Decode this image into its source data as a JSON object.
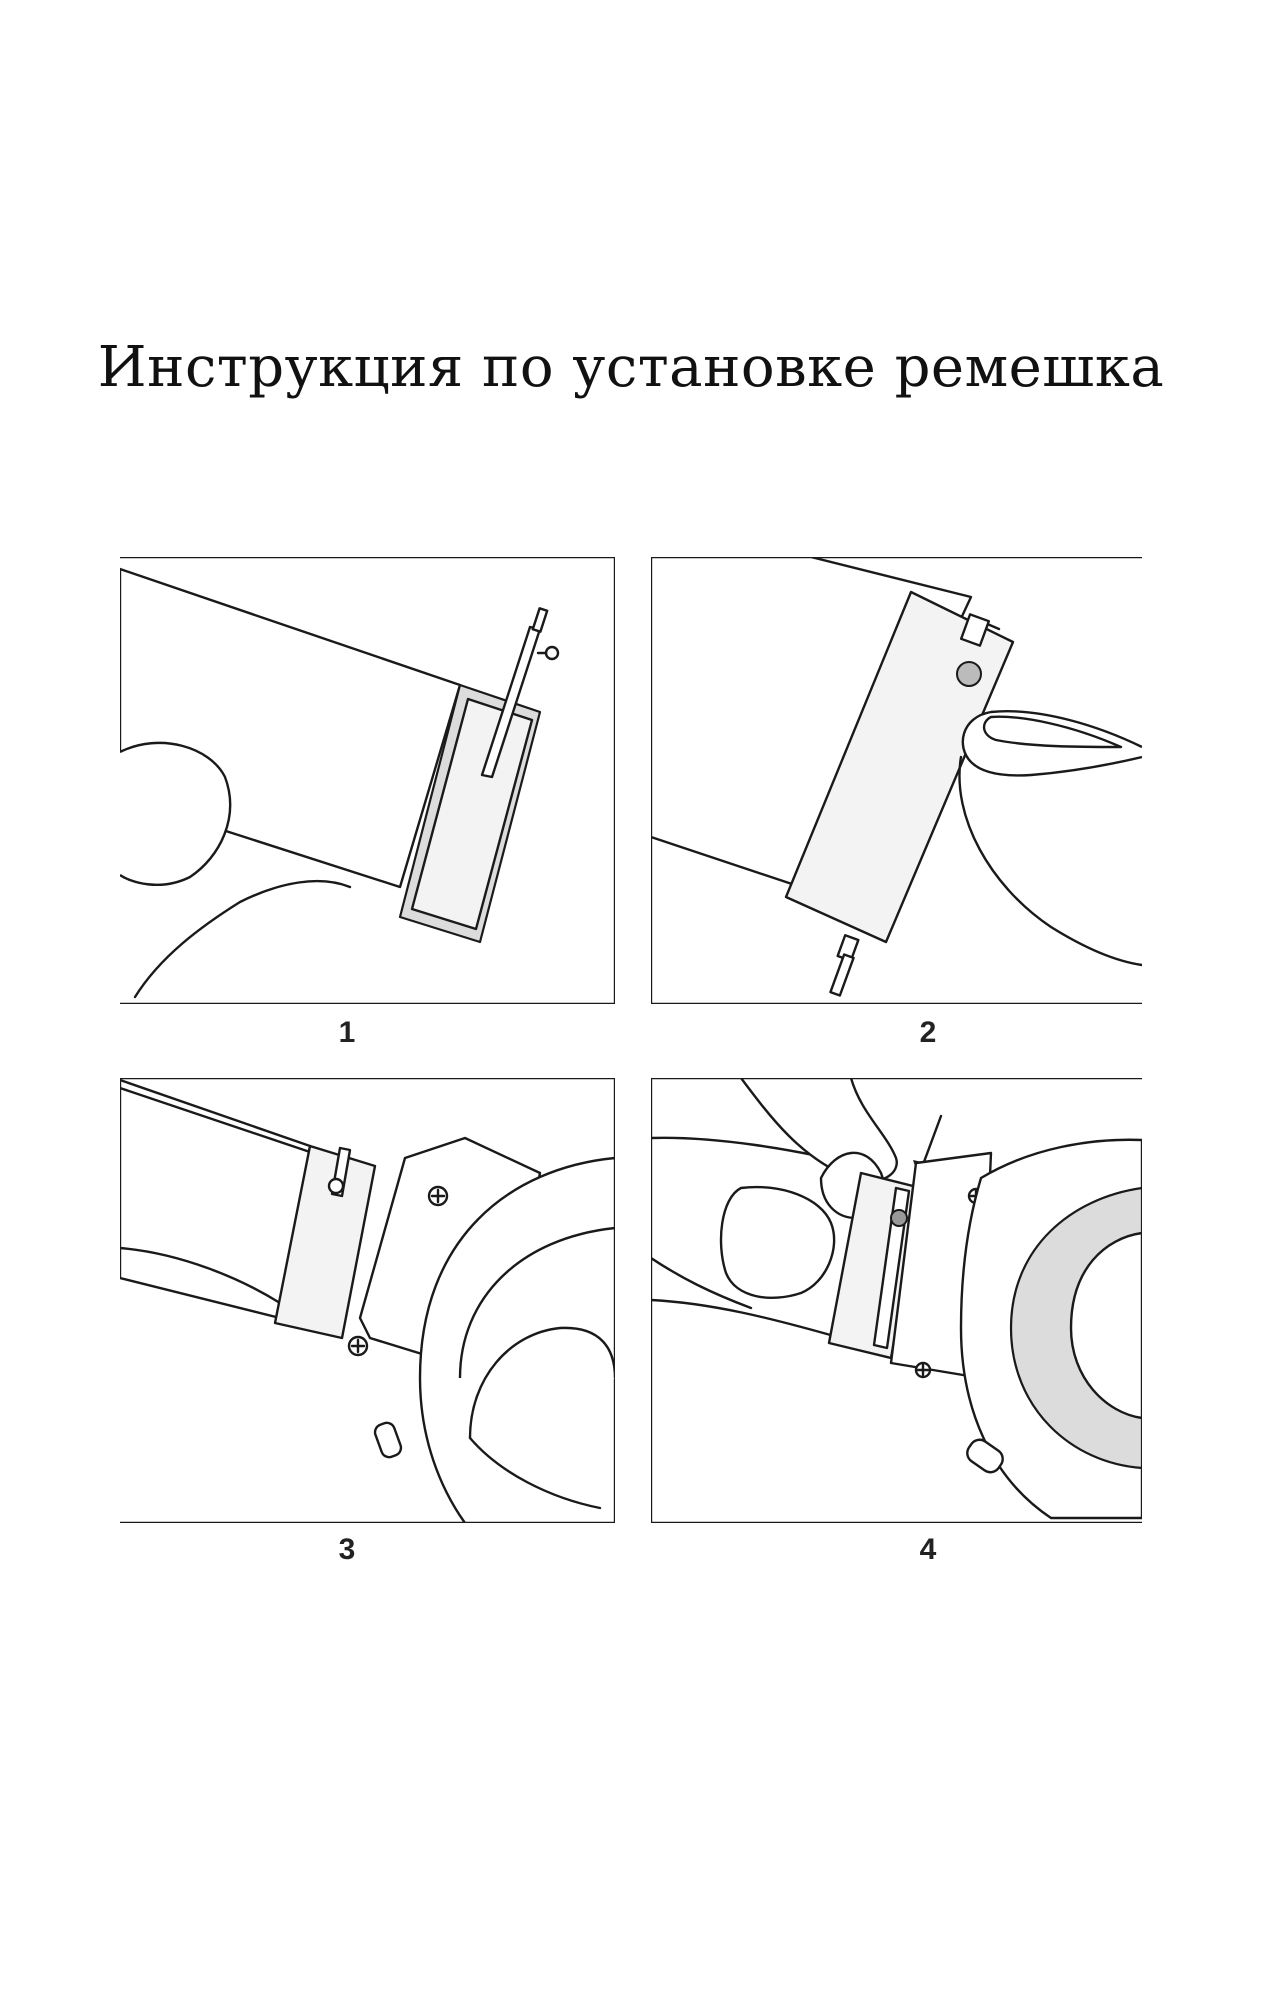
{
  "title": "Инструкция по установке ремешка",
  "steps": [
    {
      "number": "1"
    },
    {
      "number": "2"
    },
    {
      "number": "3"
    },
    {
      "number": "4"
    }
  ]
}
